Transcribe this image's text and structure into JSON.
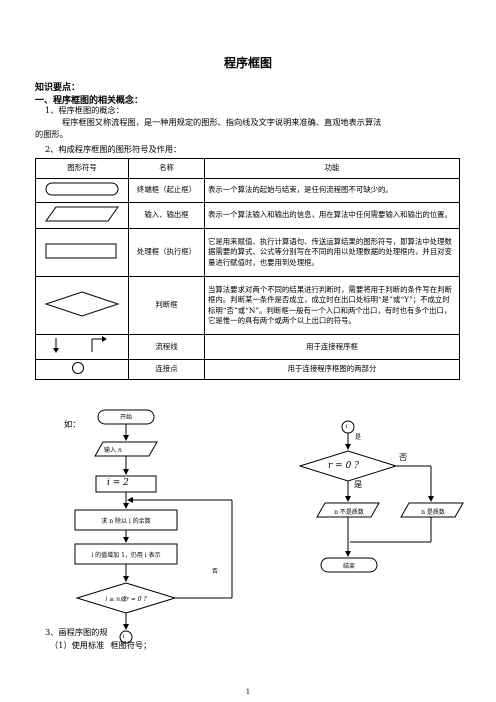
{
  "doc": {
    "title": "程序框图",
    "knowledge_points": "知识要点：",
    "section1": "一、程序框图的相关概念：",
    "item1": "1、程序框图的概念：",
    "def_line1": "程序框图又称流程图，是一种用规定的图形、指向线及文字说明来准确、直观地表示算法",
    "def_line2": "的图形。",
    "item2": "2、构成程序框图的图形符号及作用：",
    "example_label": "如：",
    "item3": "3、画程序图的规",
    "item3_sub": "（1）使用标准",
    "item3_sub_end": "框图符号；",
    "page_number": "1"
  },
  "table": {
    "headers": [
      "图形符号",
      "名称",
      "功能"
    ],
    "rows": [
      {
        "name": "终端框（起止框）",
        "function": "表示一个算法的起始与结束，是任何流程图不可缺少的。"
      },
      {
        "name": "输入、输出框",
        "function": "表示一个算法输入和输出的信息，用在算法中任何需要输入和输出的位置。"
      },
      {
        "name": "处理框（执行框）",
        "function": "它是用来赋值、执行计算语句、传送运算结果的图形符号，即算法中处理数据需要的算式、公式等分别写在不同的用以处理数据的处理框内，并且对变量进行赋值时，也要用到处理框。"
      },
      {
        "name": "判断框",
        "function": "当算法要求对两个不同的结果进行判断时，需要将用于判断的条件写在判断框内。判断某一条件是否成立，成立时在出口处标明“是”或“Y”；不成立时标明“否”或“N”。判断框一般有一个入口和两个出口，有时也有多个出口，它是惟一的具有两个或两个以上出口的符号。"
      },
      {
        "name": "流程线",
        "function": "用于连接程序框"
      },
      {
        "name": "连接点",
        "function": "用于连接程序框图的两部分"
      }
    ]
  },
  "flow_left": {
    "start": "开始",
    "input": "输入",
    "input_var": "n",
    "assign": "i = 2",
    "remainder": "求 n 除以 i 的余数",
    "increment": "i 的值增加 1，仍用 i 表示",
    "condition": "i ≥ n或r = 0 ?",
    "no": "否",
    "connector": "1"
  },
  "flow_right": {
    "connector": "1",
    "yes_top": "是",
    "condition": "r = 0 ?",
    "no": "否",
    "yes": "是",
    "not_prime": "n 不是质数",
    "prime": "n 是质数",
    "end": "结束"
  }
}
